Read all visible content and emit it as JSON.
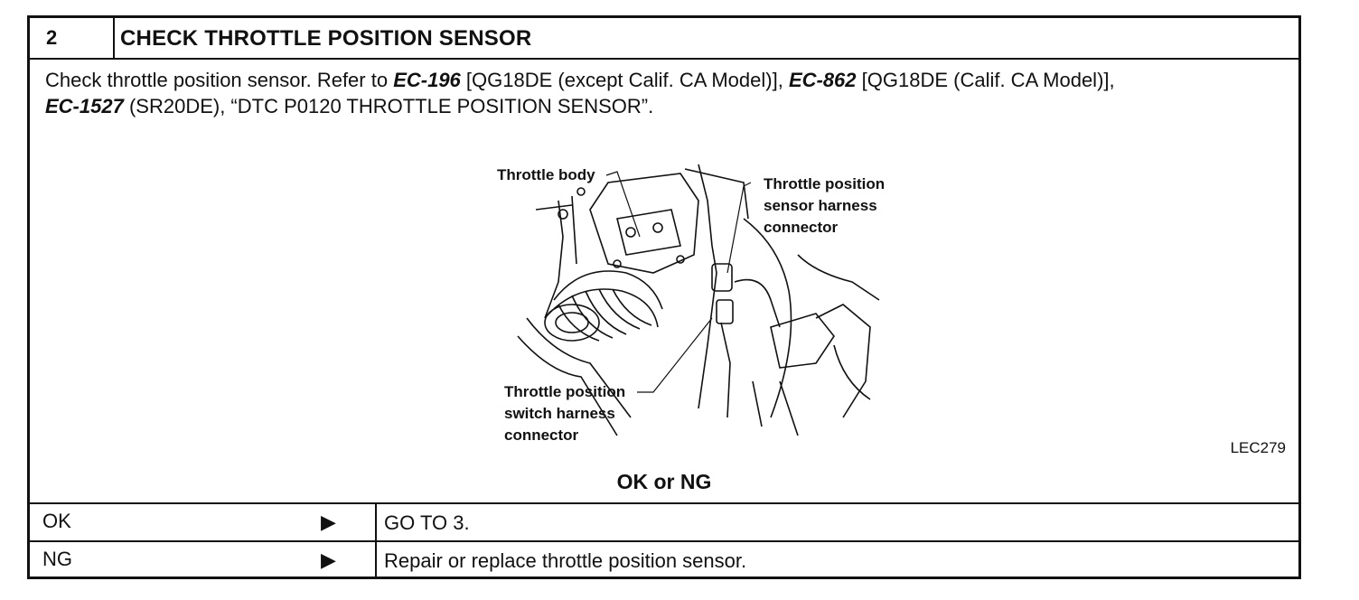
{
  "step": {
    "number": "2",
    "title": "CHECK THROTTLE POSITION SENSOR"
  },
  "intro": {
    "part1": "Check throttle position sensor. Refer to ",
    "ref1": "EC-196",
    "part2": " [QG18DE (except Calif. CA Model)], ",
    "ref2": "EC-862",
    "part3": " [QG18DE (Calif. CA Model)],",
    "ref3": "EC-1527",
    "part4": " (SR20DE), “DTC P0120 THROTTLE POSITION SENSOR”."
  },
  "figure": {
    "callout_throttle_body": "Throttle body",
    "callout_sensor_connector": [
      "Throttle position",
      "sensor harness",
      "connector"
    ],
    "callout_switch_connector": [
      "Throttle position",
      "switch harness",
      "connector"
    ],
    "code": "LEC279"
  },
  "question": "OK or NG",
  "results": [
    {
      "label": "OK",
      "arrow": "▶",
      "action": "GO TO 3."
    },
    {
      "label": "NG",
      "arrow": "▶",
      "action": "Repair or replace throttle position sensor."
    }
  ]
}
